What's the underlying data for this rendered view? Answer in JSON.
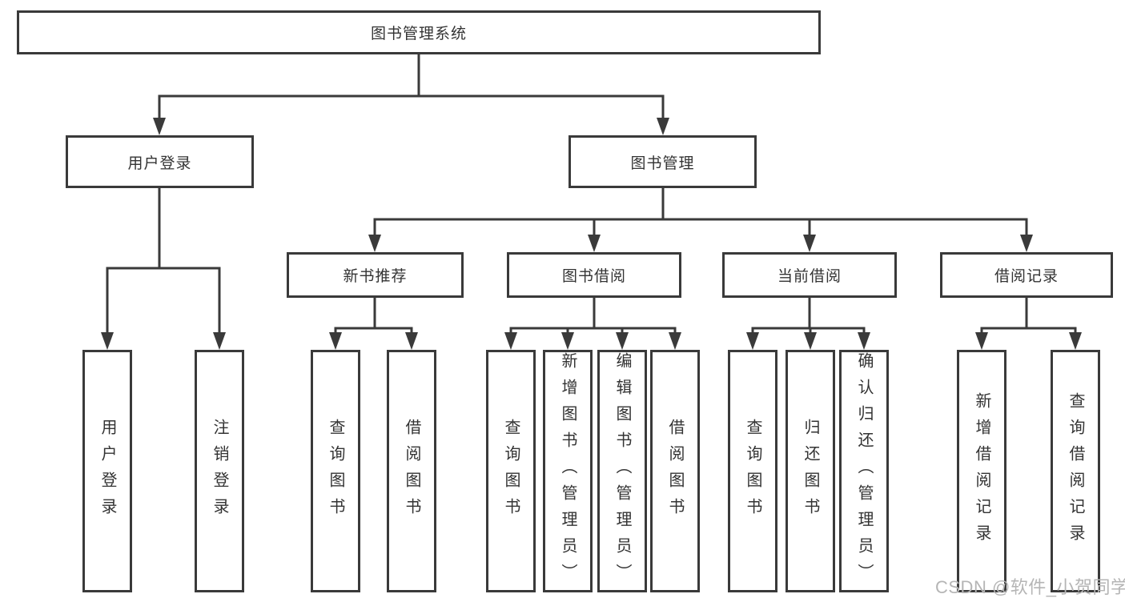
{
  "diagram": {
    "root": {
      "label": "图书管理系统"
    },
    "branches": [
      {
        "label": "用户登录",
        "children": [
          {
            "label": "用户登录"
          },
          {
            "label": "注销登录"
          }
        ]
      },
      {
        "label": "图书管理",
        "children": [
          {
            "label": "新书推荐",
            "children": [
              {
                "label": "查询图书"
              },
              {
                "label": "借阅图书"
              }
            ]
          },
          {
            "label": "图书借阅",
            "children": [
              {
                "label": "查询图书"
              },
              {
                "label": "新增图书（管理员）"
              },
              {
                "label": "编辑图书（管理员）"
              },
              {
                "label": "借阅图书"
              }
            ]
          },
          {
            "label": "当前借阅",
            "children": [
              {
                "label": "查询图书"
              },
              {
                "label": "归还图书"
              },
              {
                "label": "确认归还（管理员）"
              }
            ]
          },
          {
            "label": "借阅记录",
            "children": [
              {
                "label": "新增借阅记录"
              },
              {
                "label": "查询借阅记录"
              }
            ]
          }
        ]
      }
    ]
  },
  "watermark": {
    "text": "CSDN @软件_小贺同学",
    "color": "#b5b5b5"
  },
  "colors": {
    "line": "#3a3a3a",
    "text": "#333333",
    "background": "#ffffff"
  }
}
